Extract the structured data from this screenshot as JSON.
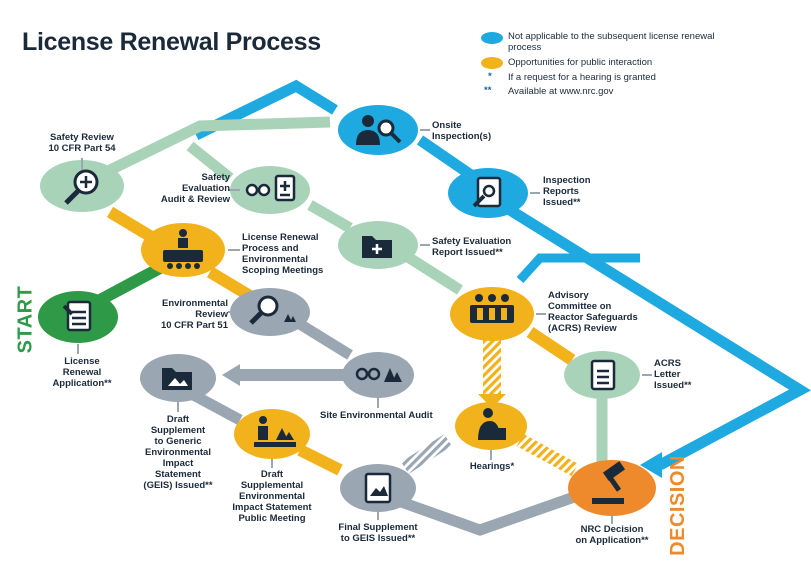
{
  "title": "License Renewal Process",
  "legend": {
    "blue_text": "Not applicable to the subsequent license renewal process",
    "orange_text": "Opportunities for public interaction",
    "star_symbol": "*",
    "star_text": "If a request for a hearing is granted",
    "double_star_symbol": "**",
    "double_star_text": "Available at www.nrc.gov"
  },
  "side_labels": {
    "start": "START",
    "decision": "DECISION"
  },
  "nodes": {
    "safety_review": "Safety Review\n10 CFR Part 54",
    "safety_eval_audit": "Safety\nEvaluation\nAudit & Review",
    "renewal_meetings": "License Renewal\nProcess and\nEnvironmental\nScoping Meetings",
    "license_app": "License\nRenewal\nApplication**",
    "env_review": "Environmental\nReview\n10 CFR Part 51",
    "onsite": "Onsite\nInspection(s)",
    "inspection_reports": "Inspection\nReports\nIssued**",
    "safety_eval_report": "Safety Evaluation\nReport Issued**",
    "acrs_review": "Advisory\nCommittee on\nReactor Safeguards\n(ACRS) Review",
    "acrs_letter": "ACRS\nLetter\nIssued**",
    "site_env_audit": "Site Environmental Audit",
    "draft_geis": "Draft\nSupplement\nto Generic\nEnvironmental\nImpact\nStatement\n(GEIS) Issued**",
    "draft_meeting": "Draft\nSupplemental\nEnvironmental\nImpact Statement\nPublic Meeting",
    "hearings": "Hearings*",
    "final_geis": "Final Supplement\nto GEIS Issued**",
    "nrc_decision": "NRC Decision\non Application**"
  },
  "colors": {
    "blue": "#1ea9e1",
    "orange": "#f2b21b",
    "green": "#2e9a47",
    "mint": "#a8d3b9",
    "slate": "#9aa6b1",
    "decision": "#ee8a2b",
    "navy": "#1b2a3a"
  },
  "icons": [
    "magnifier-plus-icon",
    "glasses-document-icon",
    "podium-people-icon",
    "document-icon",
    "magnifier-trees-icon",
    "inspector-magnifier-icon",
    "document-search-icon",
    "folder-plus-icon",
    "committee-icon",
    "glasses-trees-icon",
    "folder-picture-icon",
    "gavel-icon",
    "person-hearing-icon"
  ]
}
